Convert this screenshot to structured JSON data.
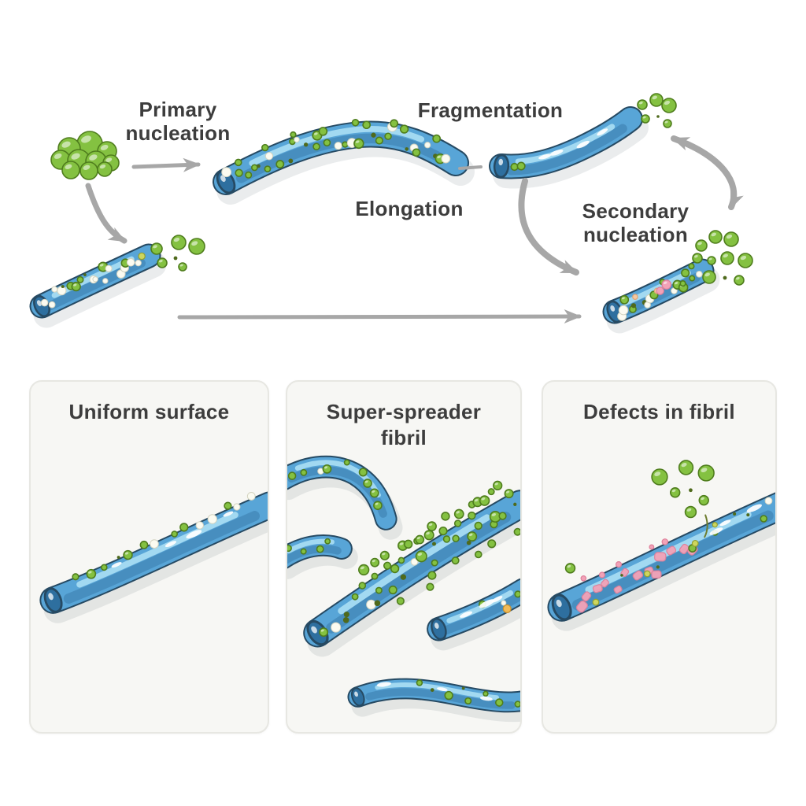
{
  "diagram": {
    "labels": {
      "primary_nucleation": "Primary nucleation",
      "elongation": "Elongation",
      "fragmentation": "Fragmentation",
      "secondary_nucleation": "Secondary nucleation"
    },
    "illustration_elements": {
      "oligomer": "oligomer-cluster-icon",
      "monomer": "monomer-dots-icon",
      "fibril": "amyloid-fibril-icon",
      "defects": "pink-defect-patches-icon",
      "arrow": "process-arrow-icon"
    }
  },
  "panels": [
    {
      "title": "Uniform surface"
    },
    {
      "title": "Super-spreader fibril"
    },
    {
      "title": "Defects in fibril"
    }
  ],
  "colors": {
    "background": "#ffffff",
    "text": "#3d3d3d",
    "arrow": "#a7a7a7",
    "fibril_body": "#58a5d7",
    "fibril_outline": "#264a63",
    "fibril_highlight": "#a7dbf2",
    "fibril_shade": "#3a7cab",
    "fibril_cap": "#2e6f9f",
    "monomer_fill": "#84c141",
    "monomer_outline": "#4f7d1d",
    "defect_pink": "#f2a2b7",
    "defect_pink_outline": "#de7f9a",
    "card_background": "#f7f7f4",
    "card_border": "#e7e7e2"
  }
}
